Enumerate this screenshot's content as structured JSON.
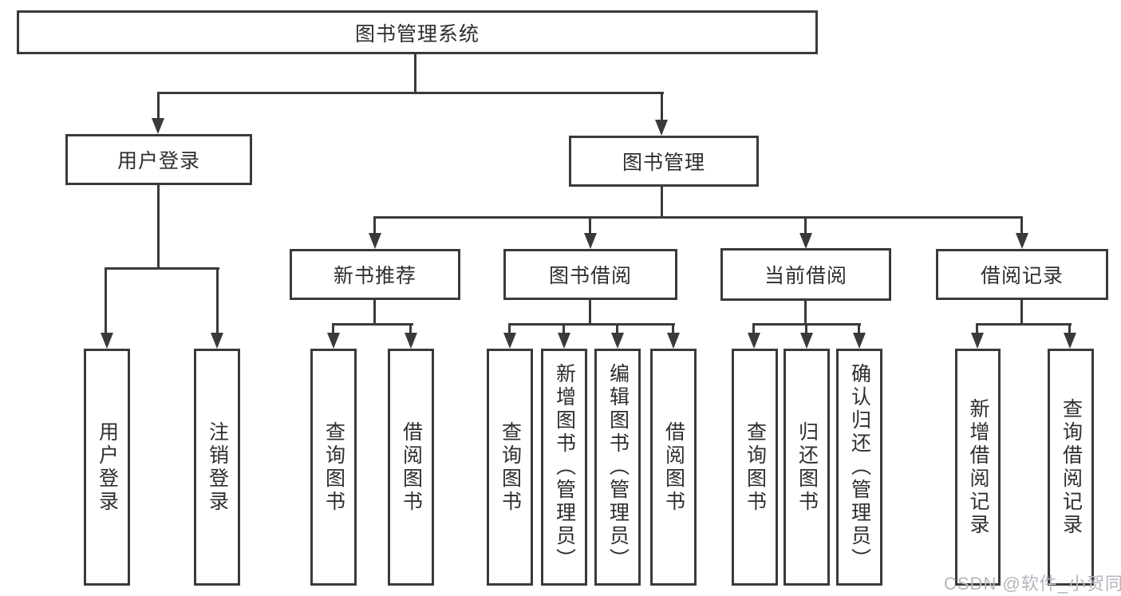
{
  "diagram": {
    "nodes": {
      "root": "图书管理系统",
      "user_login": "用户登录",
      "book_management": "图书管理",
      "new_book_recommend": "新书推荐",
      "book_borrowing": "图书借阅",
      "current_borrowing": "当前借阅",
      "borrowing_records": "借阅记录",
      "leaves": {
        "login": "用户登录",
        "logout": "注销登录",
        "recommend_query": "查询图书",
        "recommend_borrow": "借阅图书",
        "borrowing_query": "查询图书",
        "borrowing_add": "新增图书（管理员）",
        "borrowing_edit": "编辑图书（管理员）",
        "borrowing_borrow": "借阅图书",
        "current_query": "查询图书",
        "current_return": "归还图书",
        "current_confirm": "确认归还（管理员）",
        "records_add": "新增借阅记录",
        "records_query": "查询借阅记录"
      }
    },
    "watermark": "CSDN @软件_小贺同学",
    "colors": {
      "line": "#3a3a3a",
      "text": "#2e2e2e",
      "watermark": "#b3b7bd",
      "background": "#ffffff"
    }
  }
}
